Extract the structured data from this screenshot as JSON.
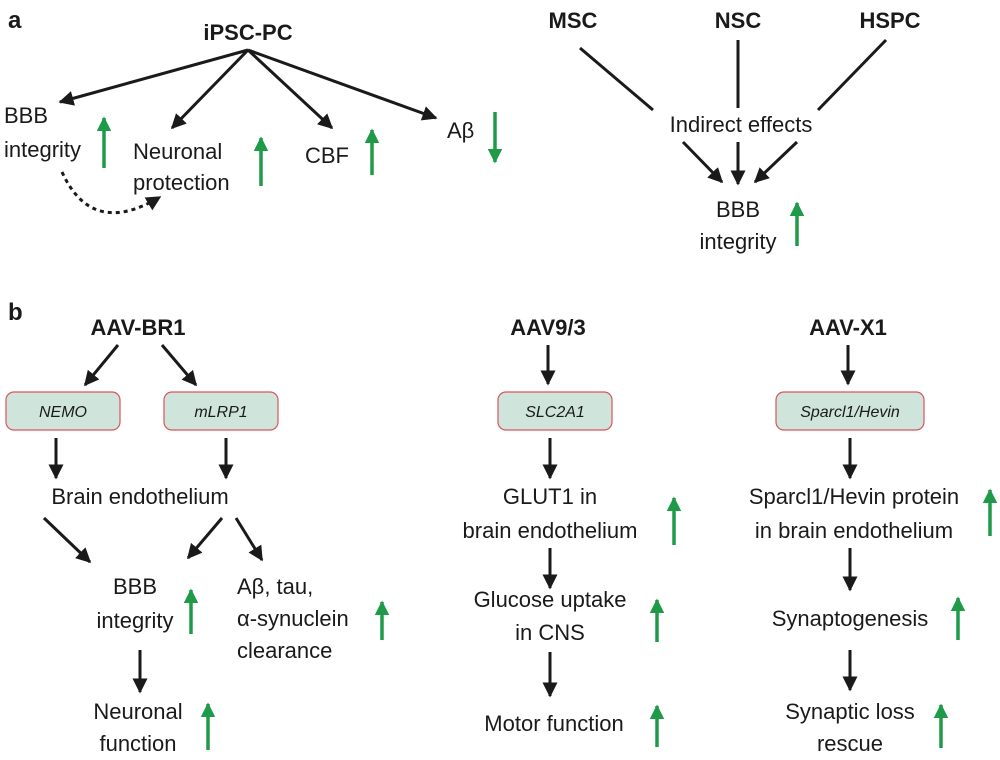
{
  "panel_a": {
    "label": "a",
    "ipsc_title": "iPSC-PC",
    "bbb_integrity": [
      "BBB",
      "integrity"
    ],
    "neuronal_protection": [
      "Neuronal",
      "protection"
    ],
    "cbf": "CBF",
    "abeta": "Aβ",
    "msc": "MSC",
    "nsc": "NSC",
    "hspc": "HSPC",
    "indirect_effects": "Indirect effects",
    "bbb_integrity_right": [
      "BBB",
      "integrity"
    ]
  },
  "panel_b": {
    "label": "b",
    "aav_br1": {
      "title": "AAV-BR1",
      "gene_nemo": "NEMO",
      "gene_mlrp1": "mLRP1",
      "brain_endothelium": "Brain endothelium",
      "bbb_integrity": [
        "BBB",
        "integrity"
      ],
      "clearance": [
        "Aβ, tau,",
        "α-synuclein",
        "clearance"
      ],
      "neuronal_function": [
        "Neuronal",
        "function"
      ]
    },
    "aav93": {
      "title": "AAV9/3",
      "gene": "SLC2A1",
      "glut1": [
        "GLUT1 in",
        "brain endothelium"
      ],
      "glucose_uptake": [
        "Glucose uptake",
        "in CNS"
      ],
      "motor_function": "Motor function"
    },
    "aavx1": {
      "title": "AAV-X1",
      "gene": "Sparcl1/Hevin",
      "protein": [
        "Sparcl1/Hevin protein",
        "in brain endothelium"
      ],
      "synaptogenesis": "Synaptogenesis",
      "synaptic_rescue": [
        "Synaptic loss",
        "rescue"
      ]
    }
  },
  "colors": {
    "arrow": "#1a1a1a",
    "increase": "#1f9a48",
    "decrease": "#1f9a48",
    "gene_box_fill": "#cfe5dc",
    "gene_box_border": "#d9545a"
  }
}
